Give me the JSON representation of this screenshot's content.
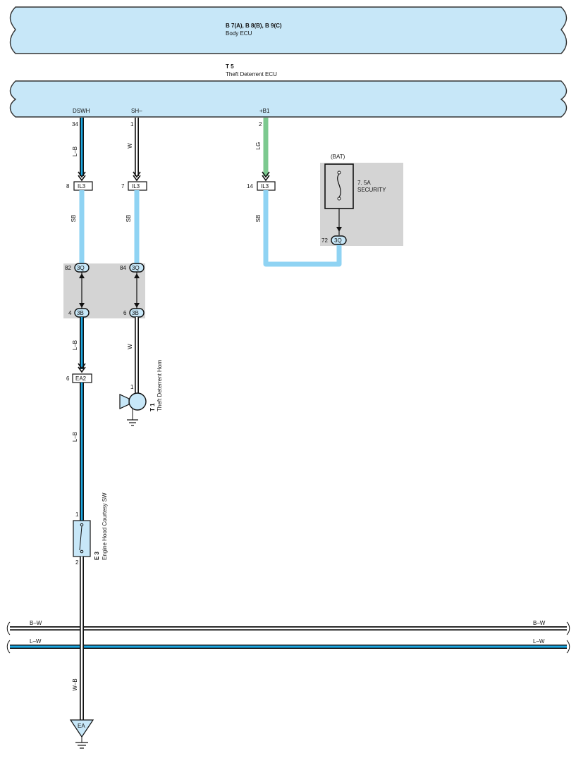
{
  "colors": {
    "ecu_fill": "#c7e7f8",
    "wire_sb": "#8fd3f3",
    "wire_lg": "#7cc98f",
    "wire_lw": "#1ba8e3",
    "shade": "#d4d4d4",
    "component_fill": "#c7e7f8"
  },
  "body_ecu": {
    "code": "B 7(A), B 8(B), B 9(C)",
    "name": "Body ECU"
  },
  "theft_ecu": {
    "code": "T 5",
    "name": "Theft Deterrent ECU"
  },
  "terminals": {
    "dswh": {
      "name": "DSWH",
      "pin": "34",
      "wire": "L–B"
    },
    "sh": {
      "name": "SH–",
      "pin": "1",
      "wire": "W"
    },
    "b1": {
      "name": "+B1",
      "pin": "2",
      "wire": "LG"
    }
  },
  "connectors": {
    "il3_a": {
      "pin": "8",
      "label": "IL3"
    },
    "il3_b": {
      "pin": "7",
      "label": "IL3"
    },
    "il3_c": {
      "pin": "14",
      "label": "IL3"
    },
    "c3q_a": {
      "pin": "82",
      "label": "3Q"
    },
    "c3q_b": {
      "pin": "84",
      "label": "3Q"
    },
    "c3q_c": {
      "pin": "72",
      "label": "3Q"
    },
    "c3b_a": {
      "pin": "4",
      "label": "3B"
    },
    "c3b_b": {
      "pin": "6",
      "label": "3B"
    },
    "ea2": {
      "pin": "6",
      "label": "EA2"
    }
  },
  "wire_labels": {
    "sb_a": "SB",
    "sb_b": "SB",
    "sb_c": "SB",
    "lb_a": "L–B",
    "w_b": "W",
    "lb_b": "L–B",
    "wb": "W–B"
  },
  "fuse": {
    "source": "(BAT)",
    "rating": "7. 5A",
    "name": "SECURITY"
  },
  "horn": {
    "code": "T 1",
    "name": "Theft Deterrent Horn",
    "pin": "1"
  },
  "hood_switch": {
    "code": "E 3",
    "name": "Engine Hood Courtesy SW",
    "pin_top": "1",
    "pin_bottom": "2"
  },
  "bus": {
    "bw_left": "B–W",
    "bw_right": "B–W",
    "lw_left": "L–W",
    "lw_right": "L–W"
  },
  "ground": {
    "label": "EA"
  }
}
